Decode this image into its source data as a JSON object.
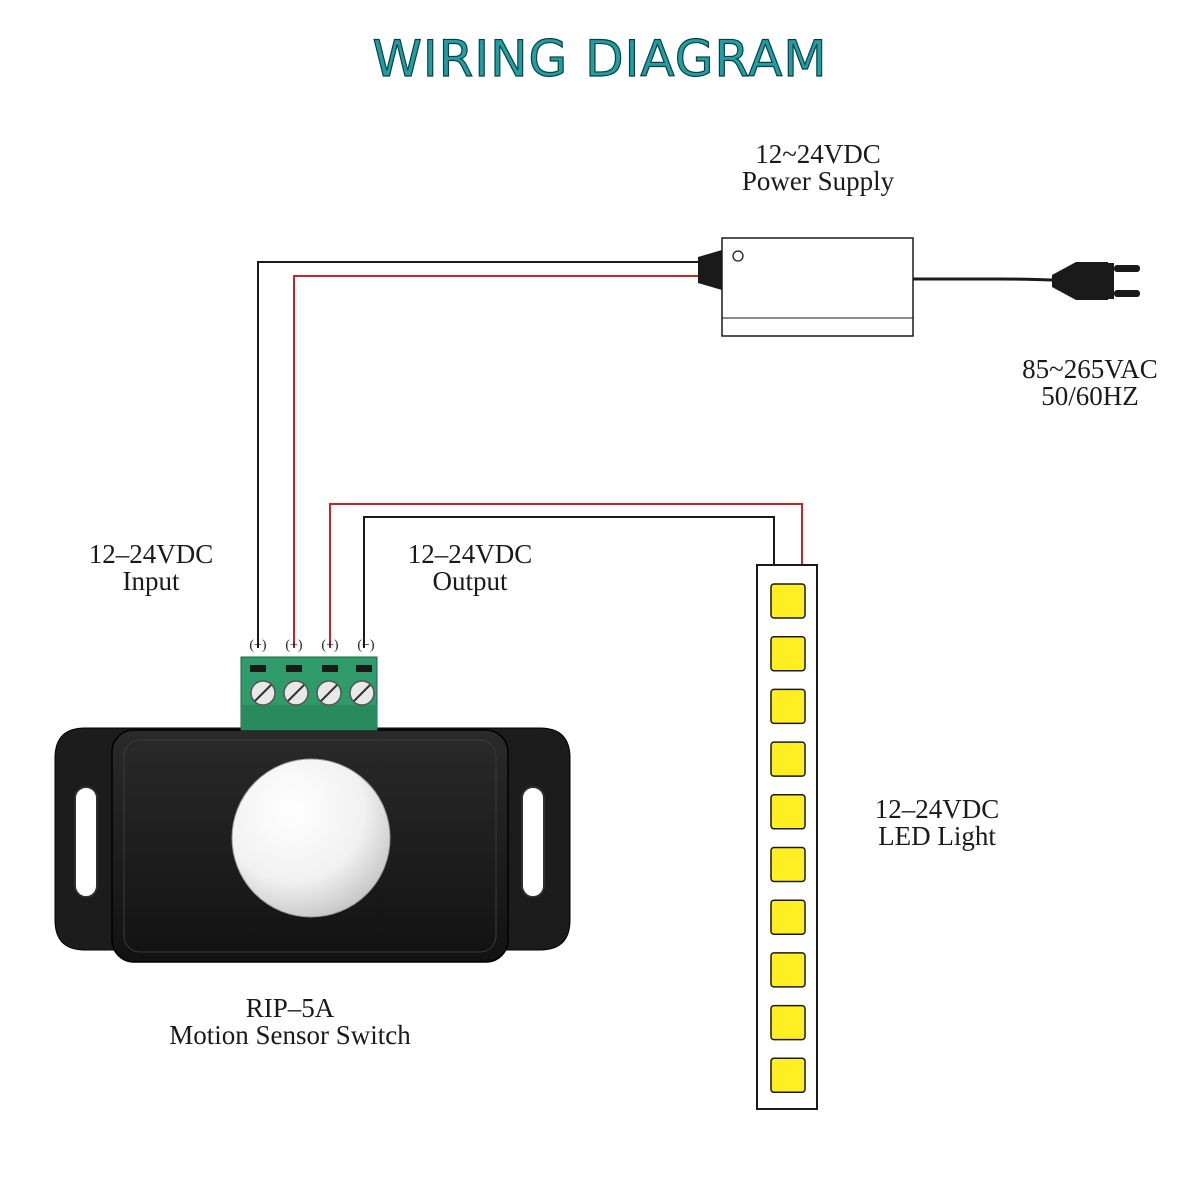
{
  "title": "WIRING DIAGRAM",
  "colors": {
    "title": "#1e9fa4",
    "red_wire": "#c8242a",
    "black_wire": "#1a1a1a",
    "terminal": "#2f9a6a",
    "led": "#ffee22"
  },
  "power_supply": {
    "line1": "12~24VDC",
    "line2": "Power Supply",
    "icon": "power-adapter-icon"
  },
  "mains": {
    "line1": "85~265VAC",
    "line2": "50/60HZ",
    "icon": "eu-plug-icon"
  },
  "input": {
    "line1": "12–24VDC",
    "line2": "Input"
  },
  "output": {
    "line1": "12–24VDC",
    "line2": "Output"
  },
  "terminals": [
    "(−)",
    "(+)",
    "(+)",
    "(−)"
  ],
  "led": {
    "line1": "12–24VDC",
    "line2": "LED Light",
    "count": 10,
    "icon": "led-strip-icon"
  },
  "sensor": {
    "line1": "RIP–5A",
    "line2": "Motion Sensor Switch",
    "icon": "pir-sensor-icon"
  }
}
